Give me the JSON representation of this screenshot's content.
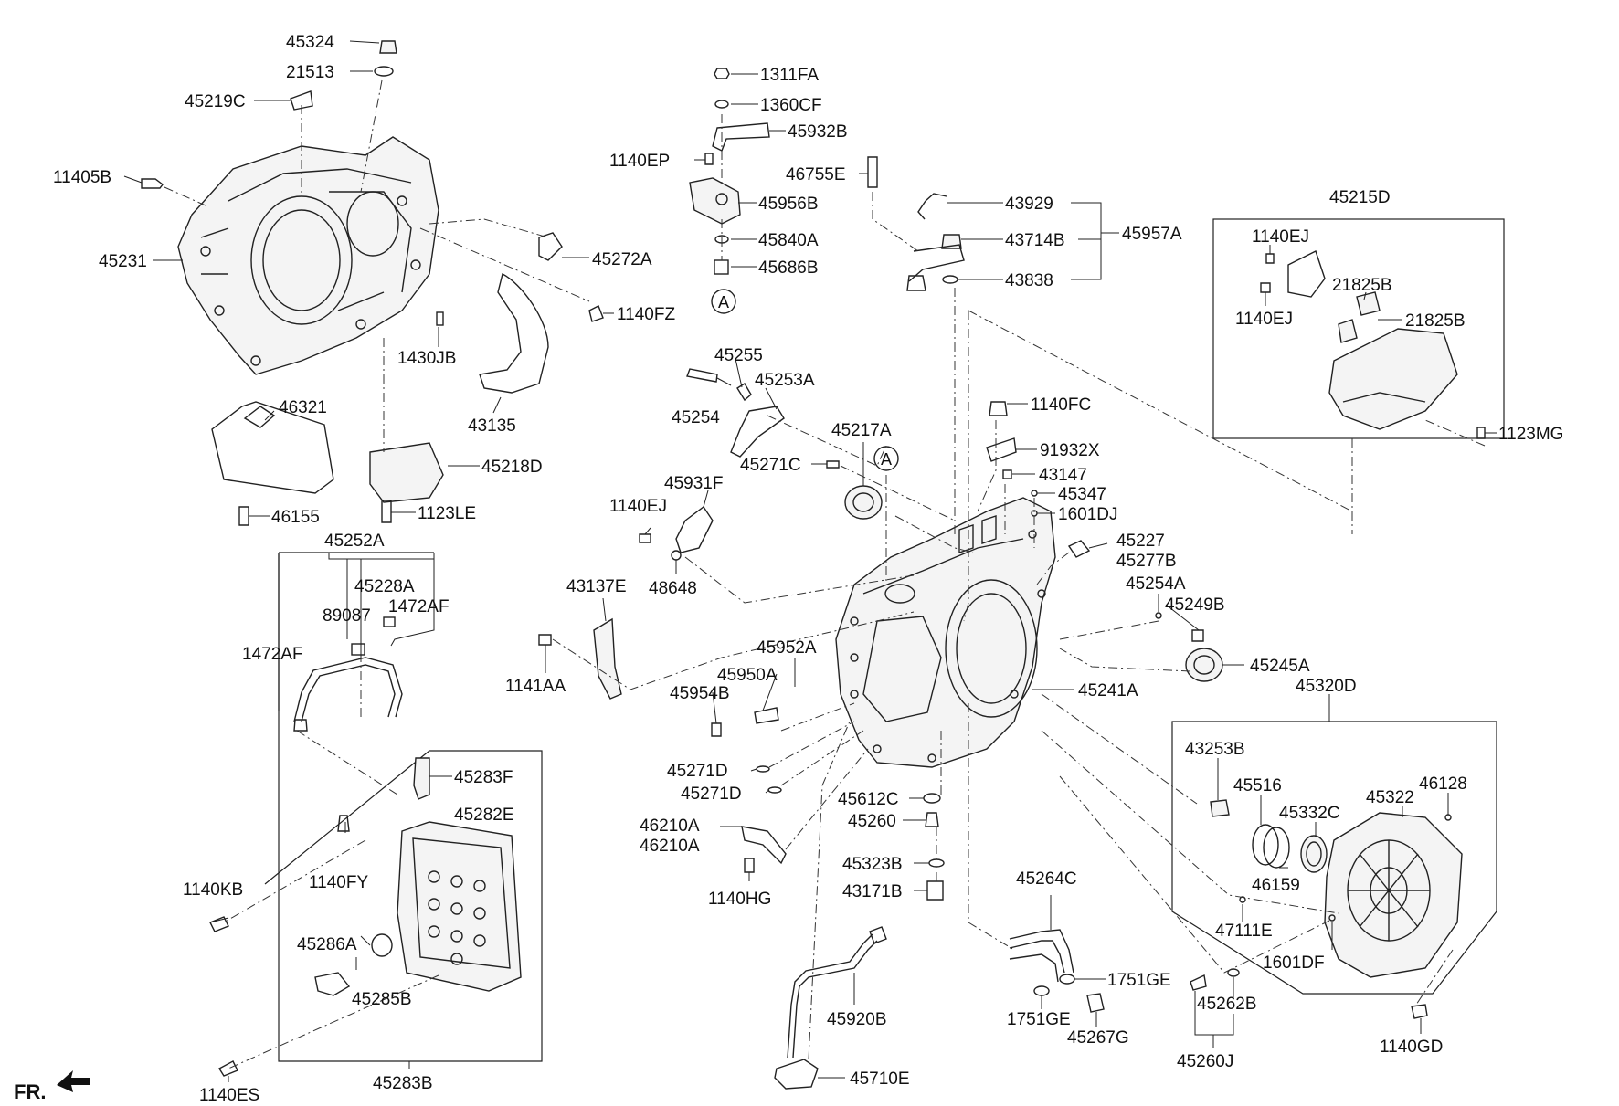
{
  "orientation": "FR.",
  "circle_callout": "A",
  "labels": {
    "p45324": "45324",
    "p21513": "21513",
    "p45219C": "45219C",
    "p11405B": "11405B",
    "p45231": "45231",
    "p45272A": "45272A",
    "p1140FZ": "1140FZ",
    "p1430JB": "1430JB",
    "p43135": "43135",
    "p46321": "46321",
    "p45218D": "45218D",
    "p46155": "46155",
    "p1123LE": "1123LE",
    "p45252A": "45252A",
    "p45228A": "45228A",
    "p89087": "89087",
    "p1472AF_a": "1472AF",
    "p1472AF_b": "1472AF",
    "p45283F": "45283F",
    "p45282E": "45282E",
    "p1140KB": "1140KB",
    "p1140FY": "1140FY",
    "p45286A": "45286A",
    "p45285B": "45285B",
    "p45283B": "45283B",
    "p1140ES": "1140ES",
    "p1311FA": "1311FA",
    "p1360CF": "1360CF",
    "p45932B": "45932B",
    "p1140EP": "1140EP",
    "p45956B": "45956B",
    "p45840A": "45840A",
    "p45686B": "45686B",
    "p46755E": "46755E",
    "p43929": "43929",
    "p43714B": "43714B",
    "p45957A": "45957A",
    "p43838": "43838",
    "p45255": "45255",
    "p45253A": "45253A",
    "p45254": "45254",
    "p45217A": "45217A",
    "p45271C": "45271C",
    "p45931F": "45931F",
    "p1140EJ_c": "1140EJ",
    "p48648": "48648",
    "p43137E": "43137E",
    "p1141AA": "1141AA",
    "p45952A": "45952A",
    "p45950A": "45950A",
    "p45954B": "45954B",
    "p45271D_a": "45271D",
    "p45271D_b": "45271D",
    "p46210A_a": "46210A",
    "p46210A_b": "46210A",
    "p1140HG": "1140HG",
    "p45920B": "45920B",
    "p45710E": "45710E",
    "p1140FC": "1140FC",
    "p91932X": "91932X",
    "p43147": "43147",
    "p45347": "45347",
    "p1601DJ": "1601DJ",
    "p45227": "45227",
    "p45277B": "45277B",
    "p45254A": "45254A",
    "p45249B": "45249B",
    "p45245A": "45245A",
    "p45241A": "45241A",
    "p45612C": "45612C",
    "p45260": "45260",
    "p45323B": "45323B",
    "p43171B": "43171B",
    "p45264C": "45264C",
    "p1751GE_a": "1751GE",
    "p1751GE_b": "1751GE",
    "p45267G": "45267G",
    "p45215D": "45215D",
    "p1140EJ_a": "1140EJ",
    "p1140EJ_b": "1140EJ",
    "p21825B_a": "21825B",
    "p21825B_b": "21825B",
    "p1123MG": "1123MG",
    "p45320D": "45320D",
    "p43253B": "43253B",
    "p45516": "45516",
    "p45332C": "45332C",
    "p45322": "45322",
    "p46128": "46128",
    "p46159": "46159",
    "p47111E": "47111E",
    "p1601DF": "1601DF",
    "p45262B": "45262B",
    "p45260J": "45260J",
    "p1140GD": "1140GD"
  }
}
